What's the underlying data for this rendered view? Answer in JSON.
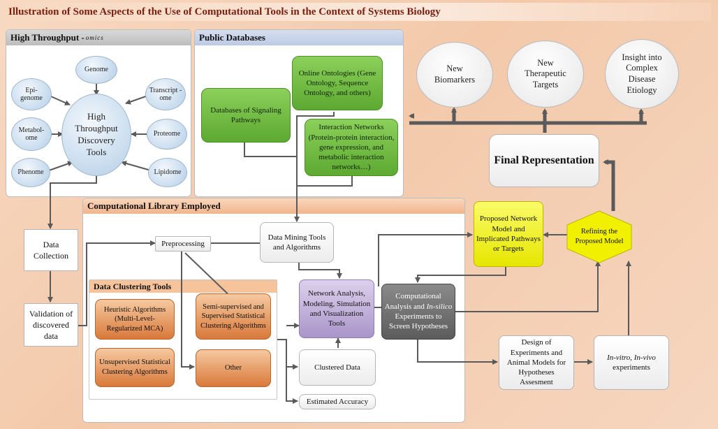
{
  "title": "Illustration of Some Aspects of the Use of Computational Tools in the Context of Systems Biology",
  "panels": {
    "hto": {
      "label": "High Throughput -",
      "suffix": "omics"
    },
    "pdb": {
      "label": "Public Databases"
    },
    "cle": {
      "label": "Computational Library Employed"
    },
    "dct": {
      "label": "Data Clustering  Tools"
    }
  },
  "omics": {
    "center": "High Throughput Discovery Tools",
    "genome": "Genome",
    "epigenome": "Epi- genome",
    "transcriptome": "Transcript -ome",
    "metabolome": "Metabol- ome",
    "proteome": "Proteome",
    "phenome": "Phenome",
    "lipidome": "Lipidome"
  },
  "databases": {
    "signaling": "Databases of Signaling Pathways",
    "ontologies": "Online Ontologies (Gene Ontology, Sequence Ontology, and others)",
    "interaction": "Interaction Networks (Protein-protein interaction, gene expression, and metabolic interaction networks…)"
  },
  "library": {
    "preprocessing": "Preprocessing",
    "data_mining": "Data Mining Tools and Algorithms",
    "network_analysis": "Network Analysis, Modeling, Simulation and Visualization Tools",
    "clustered_data": "Clustered Data",
    "estimated_accuracy": "Estimated Accuracy"
  },
  "clustering": {
    "heuristic": "Heuristic Algorithms (Multi-Level-Regularized MCA)",
    "semi_supervised": "Semi-supervised and Supervised Statistical Clustering Algorithms",
    "unsupervised": "Unsupervised Statistical Clustering Algorithms",
    "other": "Other"
  },
  "data_flow": {
    "collection": "Data Collection",
    "validation": "Validation of discovered data"
  },
  "analysis": {
    "computational_pre": "Computational Analysis and ",
    "computational_em": "In-silico",
    "computational_post": " Experiments to Screen Hypotheses",
    "proposed_model": "Proposed Network Model and Implicated Pathways or Targets",
    "refining": "Refining the Proposed Model",
    "design": "Design of Experiments and Animal Models for Hypotheses Assesment",
    "invitro_em1": "In-vitro",
    "invitro_sep": ", ",
    "invitro_em2": "In-vivo",
    "invitro_post": " experiments",
    "final": "Final Representation"
  },
  "outcomes": {
    "biomarkers": "New Biomarkers",
    "therapeutic": "New Therapeutic Targets",
    "insight": "Insight into Complex Disease Etiology"
  },
  "colors": {
    "title": "#7a1e10",
    "arrow": "#5a5a5a",
    "green": "#6bbf3a",
    "orange": "#e08a4a",
    "purple": "#b6a3d6",
    "grey": "#666666",
    "yellow": "#f2f20a"
  }
}
